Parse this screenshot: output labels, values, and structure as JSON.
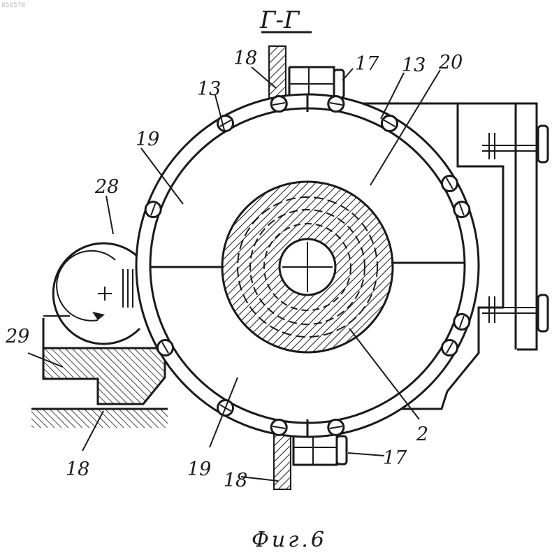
{
  "drawing": {
    "corner_mark": "858578",
    "section_title": "Г-Г",
    "caption": "Фиг.6",
    "labels": {
      "l18_top": "18",
      "l17_top": "17",
      "l13_top_right": "13",
      "l20": "20",
      "l13_left": "13",
      "l19_left": "19",
      "l28": "28",
      "l29": "29",
      "l18_left_bottom": "18",
      "l19_bottom": "19",
      "l18_bottom": "18",
      "l17_bottom": "17",
      "l2": "2"
    }
  }
}
